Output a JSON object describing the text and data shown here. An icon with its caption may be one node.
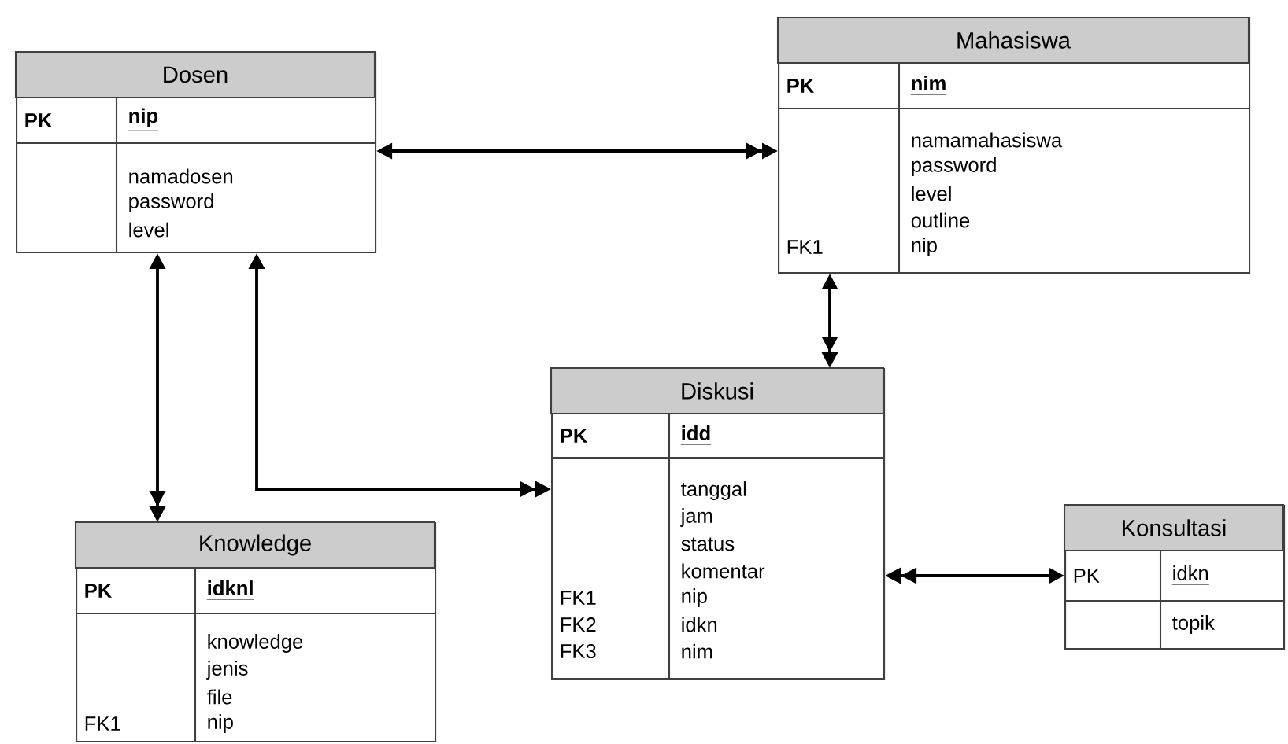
{
  "diagram": {
    "nodes": [
      {
        "text": [
          "Dosen",
          "PK",
          "nip",
          "namadosen",
          "password",
          "level"
        ]
      },
      {
        "text": [
          "Mahasiswa",
          "PK",
          "nim",
          "namamahasiswa",
          "password",
          "level",
          "outline",
          "FK1",
          "nip"
        ]
      },
      {
        "text": [
          "Diskusi",
          "PK",
          "idd",
          "tanggal",
          "jam",
          "status",
          "komentar",
          "FK1",
          "nip",
          "FK2",
          "idkn",
          "FK3",
          "nim"
        ]
      },
      {
        "text": [
          "Knowledge",
          "PK",
          "idknl",
          "knowledge",
          "jenis",
          "file",
          "FK1",
          "nip"
        ]
      },
      {
        "text": [
          "Konsultasi",
          "PK",
          "idkn",
          "topik"
        ]
      }
    ],
    "edges": [
      {
        "from": 0,
        "to": 1,
        "arrow": "both"
      },
      {
        "from": 0,
        "to": 3,
        "arrow": "both"
      },
      {
        "from": 0,
        "to": 2,
        "arrow": "both"
      },
      {
        "from": 1,
        "to": 2,
        "arrow": "both"
      },
      {
        "from": 4,
        "to": 2,
        "arrow": "both"
      }
    ]
  }
}
